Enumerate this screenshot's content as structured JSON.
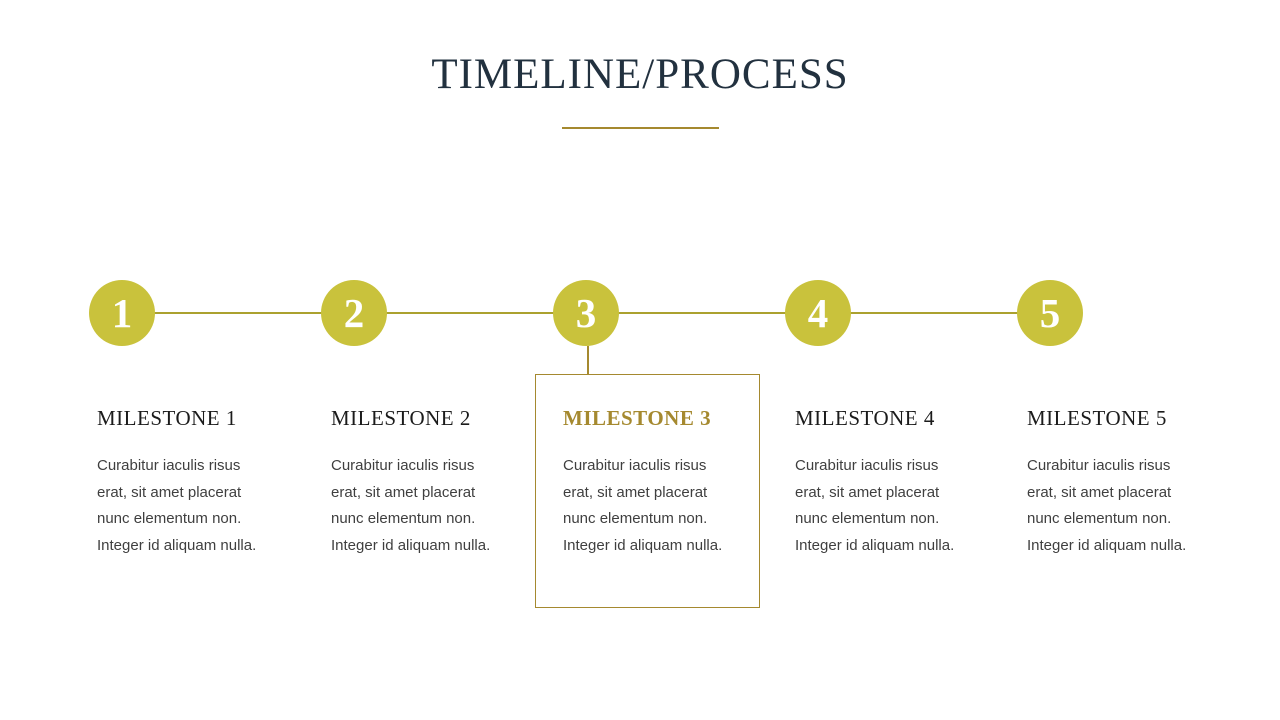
{
  "slide": {
    "title": "TIMELINE/PROCESS"
  },
  "colors": {
    "title_navy": "#22313f",
    "circle_fill": "#c9c23c",
    "timeline_line_gold": "#aba12f",
    "accent_gold": "#a5892f",
    "milestone_title_dark": "#1b1b1b",
    "body_text_gray": "#3f3f3f",
    "background": "#ffffff",
    "circle_number_white": "#ffffff"
  },
  "milestones": [
    {
      "number": "1",
      "title": "MILESTONE 1",
      "body": "Curabitur iaculis risus\nerat, sit amet placerat\nnunc elementum non.\nInteger id aliquam nulla.",
      "highlighted": false
    },
    {
      "number": "2",
      "title": "MILESTONE 2",
      "body": "Curabitur iaculis risus\nerat, sit amet placerat\nnunc elementum non.\nInteger id aliquam nulla.",
      "highlighted": false
    },
    {
      "number": "3",
      "title": "MILESTONE 3",
      "body": "Curabitur iaculis risus\nerat, sit amet placerat\nnunc elementum non.\nInteger id aliquam nulla.",
      "highlighted": true
    },
    {
      "number": "4",
      "title": "MILESTONE 4",
      "body": "Curabitur iaculis risus\nerat, sit amet placerat\nnunc elementum non.\nInteger id aliquam nulla.",
      "highlighted": false
    },
    {
      "number": "5",
      "title": "MILESTONE 5",
      "body": "Curabitur iaculis risus\nerat, sit amet placerat\nnunc elementum non.\nInteger id aliquam nulla.",
      "highlighted": false
    }
  ]
}
